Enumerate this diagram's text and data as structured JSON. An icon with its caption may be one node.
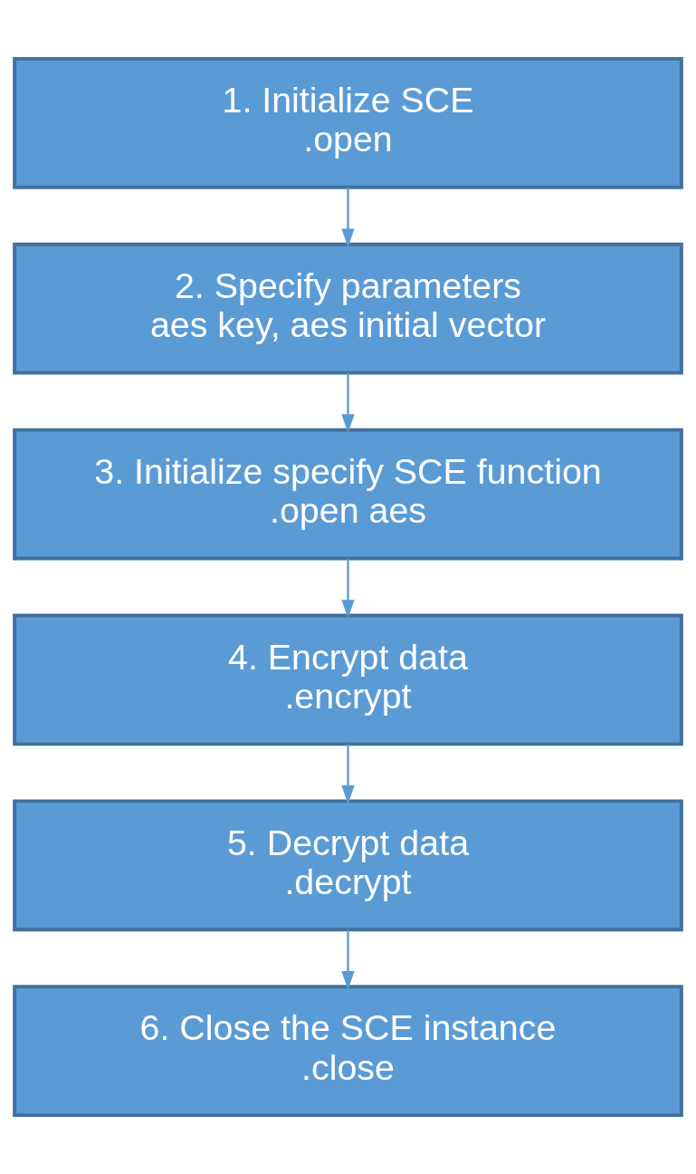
{
  "diagram": {
    "nodes": [
      {
        "text": [
          "1. Initialize SCE",
          ".open"
        ]
      },
      {
        "text": [
          "2. Specify parameters",
          "aes key, aes initial vector"
        ]
      },
      {
        "text": [
          "3. Initialize specify SCE function",
          ".open aes"
        ]
      },
      {
        "text": [
          "4. Encrypt data",
          ".encrypt"
        ]
      },
      {
        "text": [
          "5. Decrypt data",
          ".decrypt"
        ]
      },
      {
        "text": [
          "6. Close the SCE instance",
          ".close"
        ]
      }
    ],
    "edges": [
      {
        "from": 0,
        "to": 1,
        "arrow": "to"
      },
      {
        "from": 1,
        "to": 2,
        "arrow": "to"
      },
      {
        "from": 2,
        "to": 3,
        "arrow": "to"
      },
      {
        "from": 3,
        "to": 4,
        "arrow": "to"
      },
      {
        "from": 4,
        "to": 5,
        "arrow": "to"
      }
    ]
  }
}
